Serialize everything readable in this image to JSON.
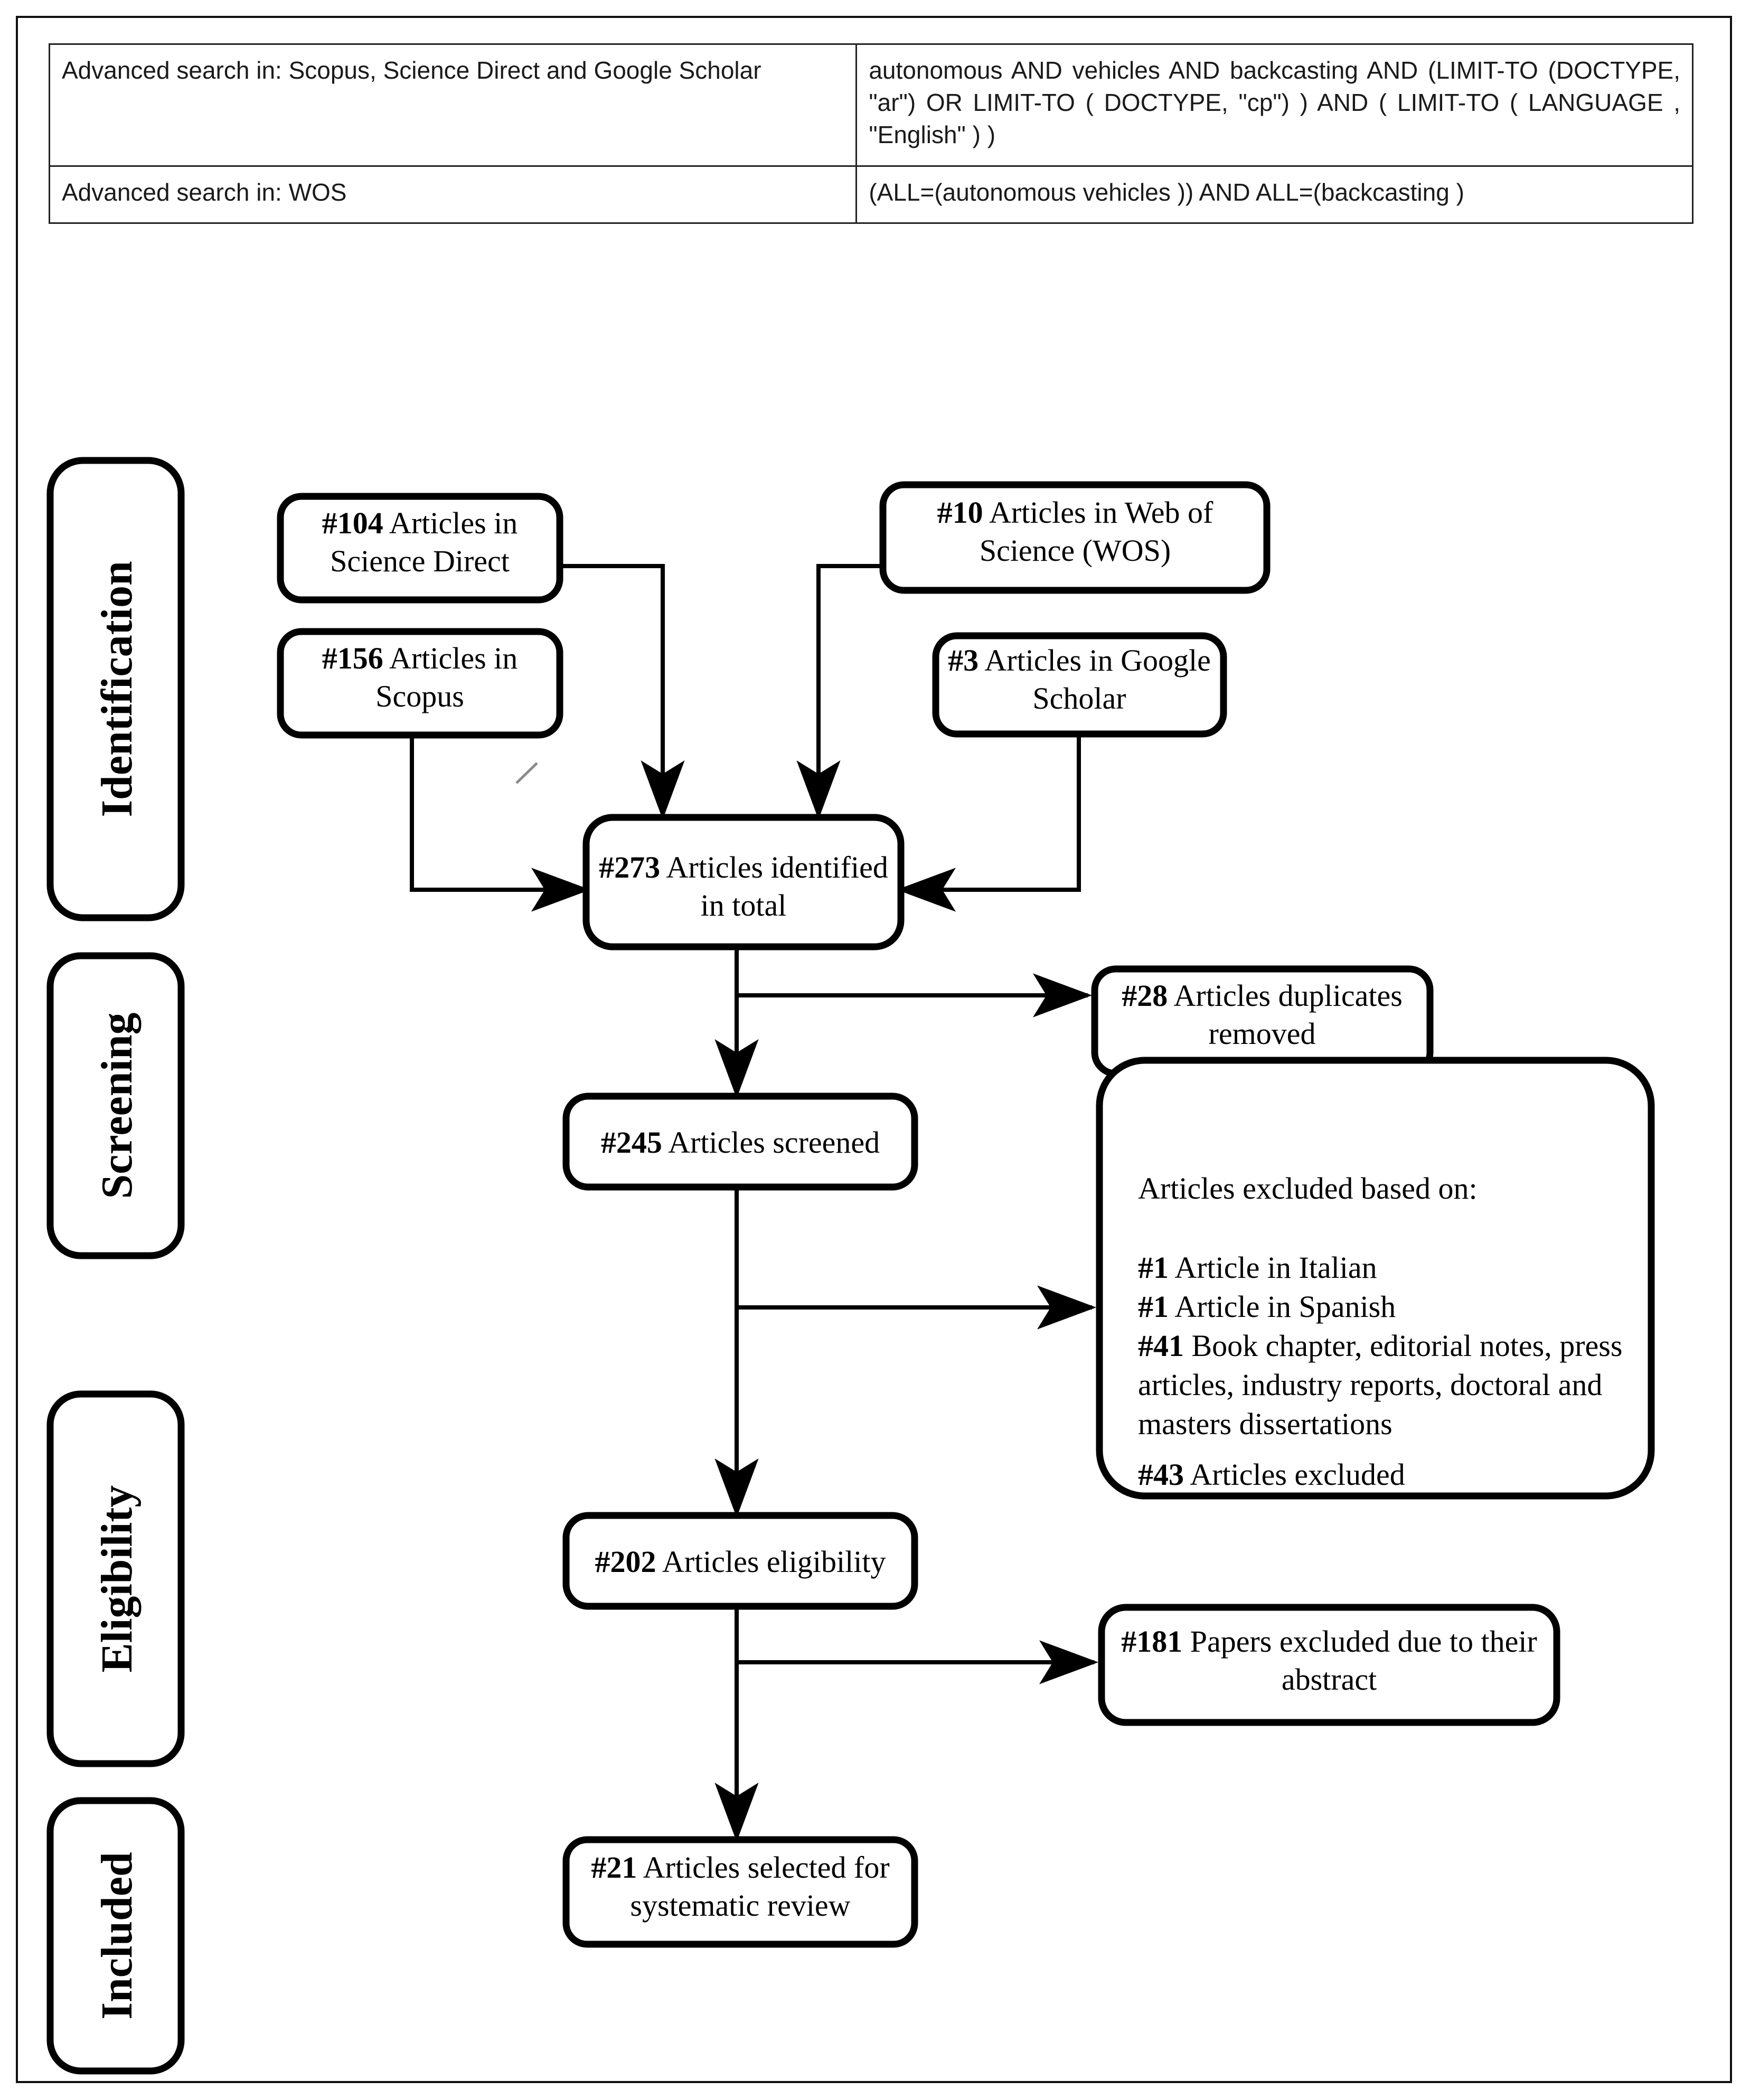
{
  "figure": {
    "type": "prisma-flow-diagram",
    "title": "PRISMA systematic review flow diagram"
  },
  "search_table": {
    "rows": [
      {
        "source_label": "Advanced search in: Scopus, Science Direct and Google Scholar",
        "query": "autonomous AND vehicles AND backcasting AND (LIMIT-TO (DOCTYPE, \"ar\") OR LIMIT-TO ( DOCTYPE, \"cp\") ) AND ( LIMIT-TO ( LANGUAGE , \"English\" ) )"
      },
      {
        "source_label": "Advanced search in: WOS",
        "query": "(ALL=(autonomous vehicles )) AND ALL=(backcasting )"
      }
    ]
  },
  "stages": [
    {
      "id": "identification",
      "label": "Identification"
    },
    {
      "id": "screening",
      "label": "Screening"
    },
    {
      "id": "eligibility",
      "label": "Eligibility"
    },
    {
      "id": "included",
      "label": "Included"
    }
  ],
  "nodes": {
    "science_direct": {
      "count": "#104",
      "text": "Articles in",
      "text2": "Science Direct"
    },
    "scopus": {
      "count": "#156",
      "text": "Articles in",
      "text2": "Scopus"
    },
    "wos": {
      "count": "#10",
      "text": "Articles in Web of",
      "text2": "Science (WOS)"
    },
    "google_scholar": {
      "count": "#3",
      "text": "Articles in Google",
      "text2": "Scholar"
    },
    "identified_total": {
      "count": "#273",
      "text": "Articles identified",
      "text2": "in total"
    },
    "duplicates_removed": {
      "count": "#28",
      "text": "Articles duplicates",
      "text2": "removed"
    },
    "screened": {
      "count": "#245",
      "text": "Articles screened"
    },
    "eligibility": {
      "count": "#202",
      "text": "Articles eligibility"
    },
    "abstract_excluded": {
      "count": "#181",
      "text": "Papers excluded due to their",
      "text2": "abstract"
    },
    "selected": {
      "count": "#21",
      "text": "Articles selected for",
      "text2": "systematic review"
    }
  },
  "exclusion_box": {
    "heading": "Articles excluded based on:",
    "items": [
      {
        "count": "#1",
        "text": "Article in Italian"
      },
      {
        "count": "#1",
        "text": "Article in Spanish"
      },
      {
        "count": "#41",
        "text": "Book chapter, editorial notes, press"
      },
      {
        "count": "",
        "text": "articles, industry reports, doctoral and"
      },
      {
        "count": "",
        "text": "masters dissertations"
      }
    ],
    "total": {
      "count": "#43",
      "text": "Articles excluded"
    }
  },
  "chart_data": {
    "type": "diagram",
    "title": "PRISMA flow of study selection",
    "stages": [
      "Identification",
      "Screening",
      "Eligibility",
      "Included"
    ],
    "counts": {
      "Science Direct": 104,
      "Scopus": 156,
      "Web of Science (WOS)": 10,
      "Google Scholar": 3,
      "Identified in total": 273,
      "Duplicates removed": 28,
      "Screened": 245,
      "Excluded - Italian": 1,
      "Excluded - Spanish": 1,
      "Excluded - book chapter/editorial/press/industry/dissertations": 41,
      "Articles excluded total": 43,
      "Eligibility": 202,
      "Papers excluded due to abstract": 181,
      "Selected for systematic review": 21
    }
  },
  "colors": {
    "line": "#000000",
    "text": "#000000",
    "frame": "#111111"
  }
}
